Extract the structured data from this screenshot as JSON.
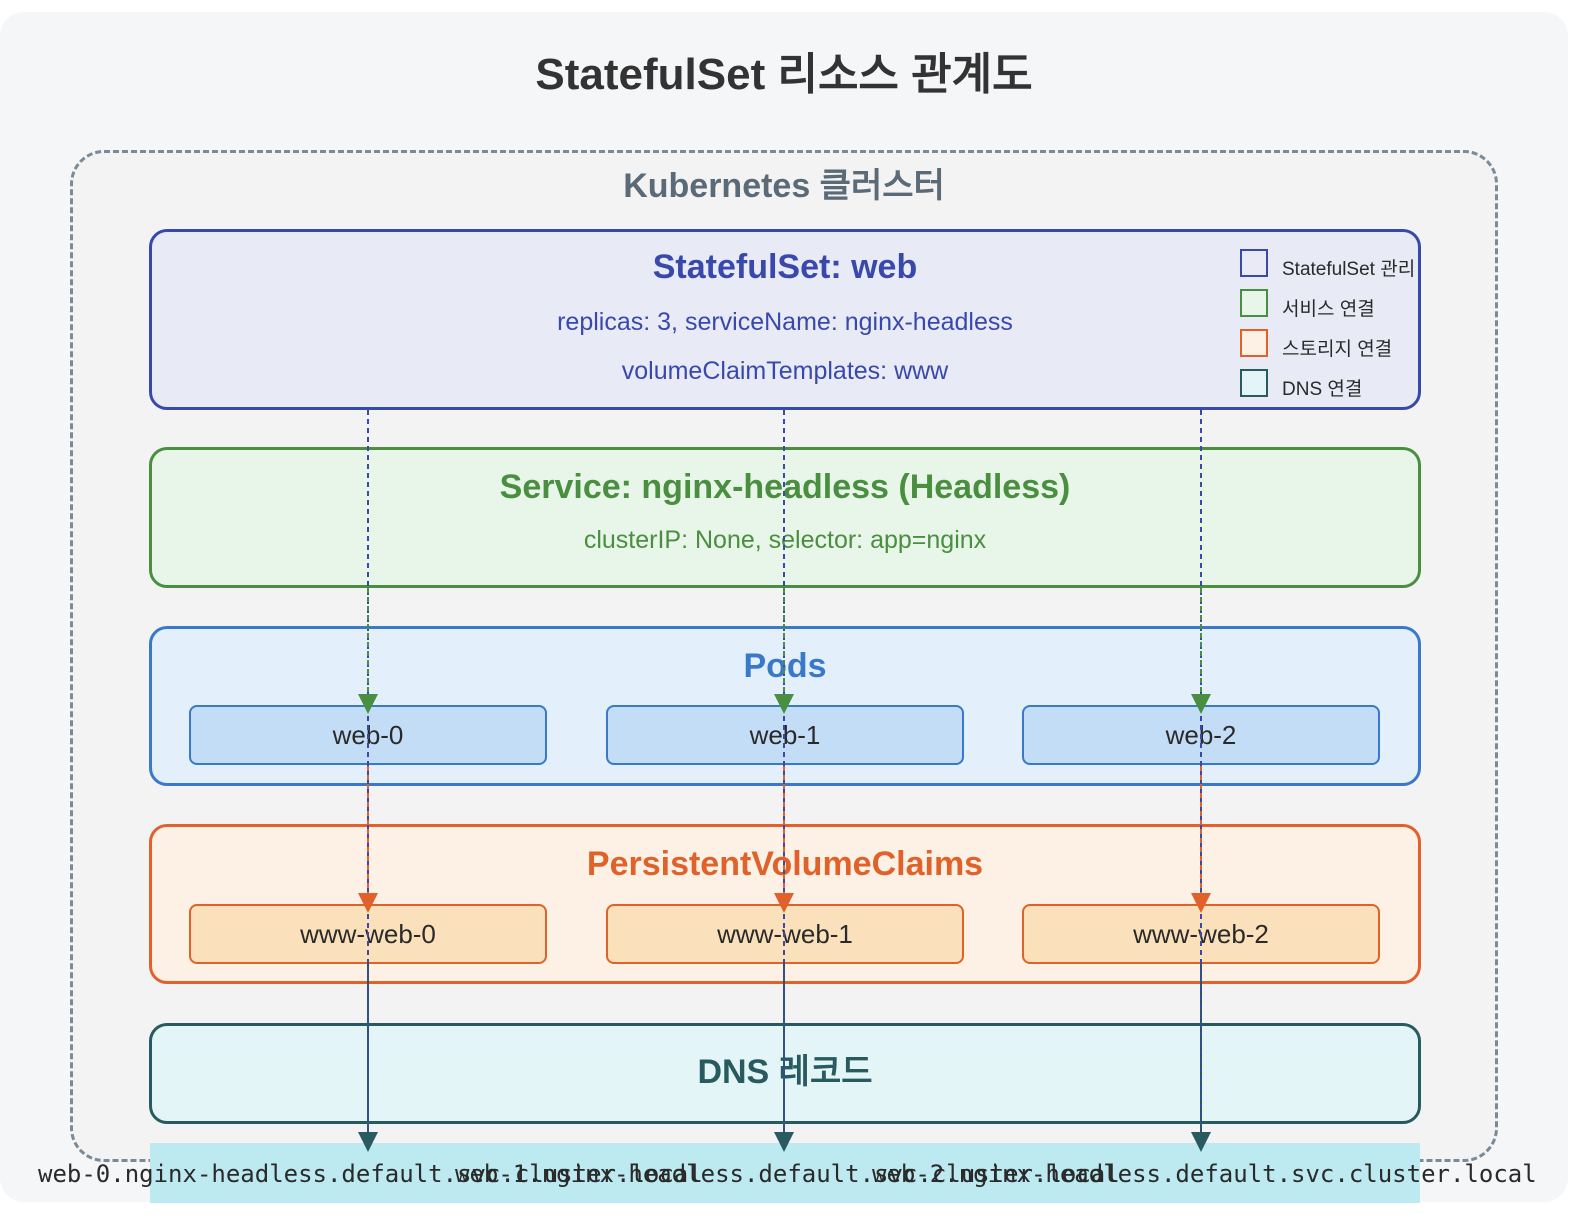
{
  "title": "StatefulSet 리소스 관계도",
  "cluster": {
    "label": "Kubernetes 클러스터"
  },
  "statefulset": {
    "title": "StatefulSet: web",
    "line1": "replicas: 3, serviceName: nginx-headless",
    "line2": "volumeClaimTemplates: www",
    "color": "#3949ab"
  },
  "service": {
    "title": "Service: nginx-headless (Headless)",
    "line1": "clusterIP: None, selector: app=nginx",
    "color": "#4a8f3f"
  },
  "pods": {
    "title": "Pods",
    "items": [
      "web-0",
      "web-1",
      "web-2"
    ],
    "color": "#3a79c9"
  },
  "pvcs": {
    "title": "PersistentVolumeClaims",
    "items": [
      "www-web-0",
      "www-web-1",
      "www-web-2"
    ],
    "color": "#e0622a"
  },
  "dns": {
    "title": "DNS 레코드",
    "records": [
      "web-0.nginx-headless.default.svc.cluster.local",
      "web-1.nginx-headless.default.svc.cluster.local",
      "web-2.nginx-headless.default.svc.cluster.local"
    ],
    "color": "#285a5f"
  },
  "legend": [
    {
      "label": "StatefulSet 관리",
      "fill": "#e8eaf6",
      "stroke": "#3949ab"
    },
    {
      "label": "서비스 연결",
      "fill": "#e8f5e9",
      "stroke": "#4a8f3f"
    },
    {
      "label": "스토리지 연결",
      "fill": "#fcf1e4",
      "stroke": "#e0622a"
    },
    {
      "label": "DNS 연결",
      "fill": "#e4f5f8",
      "stroke": "#285a5f"
    }
  ]
}
